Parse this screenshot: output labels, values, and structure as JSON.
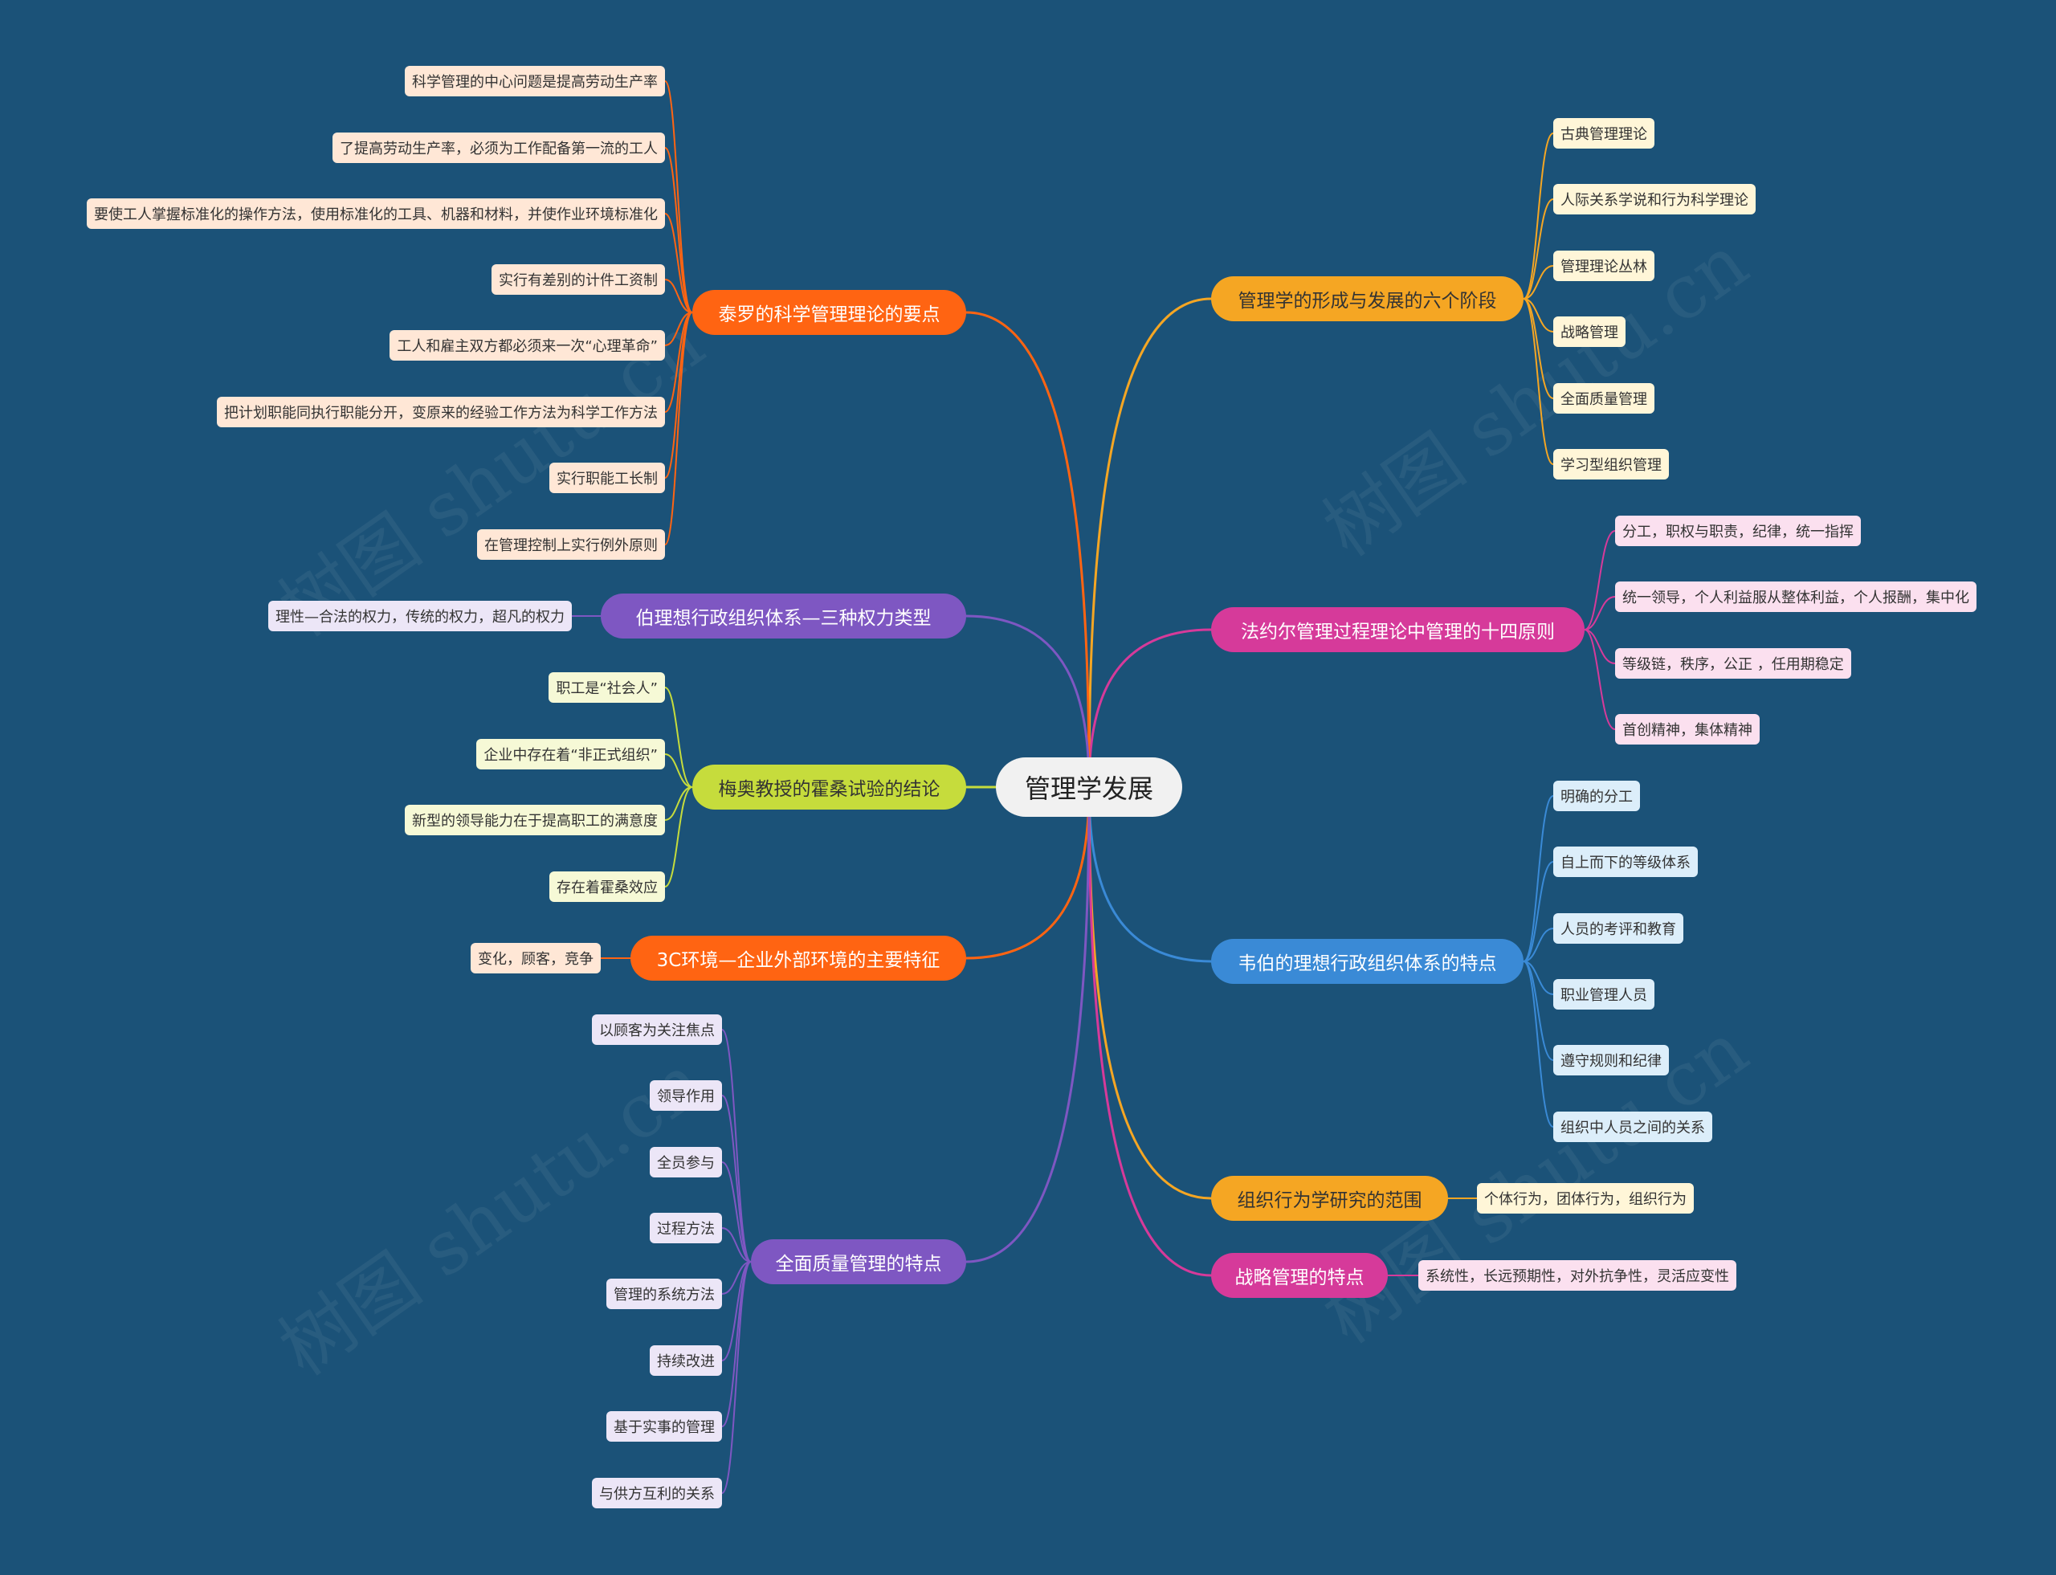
{
  "watermark": "树图 shutu.cn",
  "center": "管理学发展",
  "colors": {
    "background": "#1b5278",
    "orange": "#f5a623",
    "magenta": "#d63a9a",
    "blue": "#3a8ad6",
    "orange_red": "#ff6412",
    "purple": "#7e57c2",
    "lime": "#c6dc3c"
  },
  "branches": [
    {
      "label": "管理学的形成与发展的六个阶段",
      "leaves": [
        "古典管理理论",
        "人际关系学说和行为科学理论",
        "管理理论丛林",
        "战略管理",
        "全面质量管理",
        "学习型组织管理"
      ]
    },
    {
      "label": "法约尔管理过程理论中管理的十四原则",
      "leaves": [
        "分工，职权与职责，纪律，统一指挥",
        "统一领导，个人利益服从整体利益，个人报酬，集中化",
        "等级链，秩序，公正 ，任用期稳定",
        "首创精神，集体精神"
      ]
    },
    {
      "label": "韦伯的理想行政组织体系的特点",
      "leaves": [
        "明确的分工",
        "自上而下的等级体系",
        "人员的考评和教育",
        "职业管理人员",
        "遵守规则和纪律",
        "组织中人员之间的关系"
      ]
    },
    {
      "label": "组织行为学研究的范围",
      "leaves": [
        "个体行为，团体行为，组织行为"
      ]
    },
    {
      "label": "战略管理的特点",
      "leaves": [
        "系统性，长远预期性，对外抗争性，灵活应变性"
      ]
    },
    {
      "label": "泰罗的科学管理理论的要点",
      "leaves": [
        "科学管理的中心问题是提高劳动生产率",
        "了提高劳动生产率，必须为工作配备第一流的工人",
        "要使工人掌握标准化的操作方法，使用标准化的工具、机器和材料，并使作业环境标准化",
        "实行有差别的计件工资制",
        "工人和雇主双方都必须来一次“心理革命”",
        "把计划职能同执行职能分开，变原来的经验工作方法为科学工作方法",
        "实行职能工长制",
        "在管理控制上实行例外原则"
      ]
    },
    {
      "label": "伯理想行政组织体系—三种权力类型",
      "leaves": [
        "理性—合法的权力，传统的权力，超凡的权力"
      ]
    },
    {
      "label": "梅奥教授的霍桑试验的结论",
      "leaves": [
        "职工是“社会人”",
        "企业中存在着“非正式组织”",
        "新型的领导能力在于提高职工的满意度",
        "存在着霍桑效应"
      ]
    },
    {
      "label": "3C环境—企业外部环境的主要特征",
      "leaves": [
        "变化，顾客，竞争"
      ]
    },
    {
      "label": "全面质量管理的特点",
      "leaves": [
        "以顾客为关注焦点",
        "领导作用",
        "全员参与",
        "过程方法",
        "管理的系统方法",
        "持续改进",
        "基于实事的管理",
        "与供方互利的关系"
      ]
    }
  ]
}
